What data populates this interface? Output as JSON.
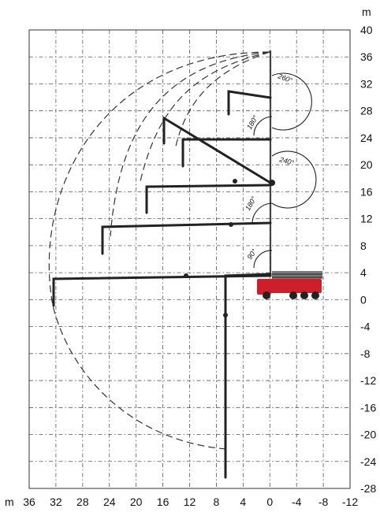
{
  "diagram": {
    "units": {
      "x": "m",
      "y": "m"
    },
    "x_axis": {
      "range": [
        36,
        -12
      ],
      "ticks": [
        36,
        32,
        28,
        24,
        20,
        16,
        12,
        8,
        4,
        0,
        -4,
        -8,
        -12
      ],
      "labels": [
        "36",
        "32",
        "28",
        "24",
        "20",
        "16",
        "12",
        "8",
        "4",
        "0",
        "-4",
        "-8",
        "-12"
      ]
    },
    "y_axis": {
      "range": [
        -28,
        40
      ],
      "ticks": [
        40,
        36,
        32,
        28,
        24,
        20,
        16,
        12,
        8,
        4,
        0,
        -4,
        -8,
        -12,
        -16,
        -20,
        -24,
        -28
      ],
      "labels": [
        "40",
        "36",
        "32",
        "28",
        "24",
        "20",
        "16",
        "12",
        "8",
        "4",
        "0",
        "-4",
        "-8",
        "-12",
        "-16",
        "-20",
        "-24",
        "-28"
      ]
    },
    "angle_labels": [
      "90°",
      "180°",
      "240°",
      "180°",
      "260°"
    ],
    "colors": {
      "truck": "#cc1f2b",
      "line": "#222222"
    }
  }
}
